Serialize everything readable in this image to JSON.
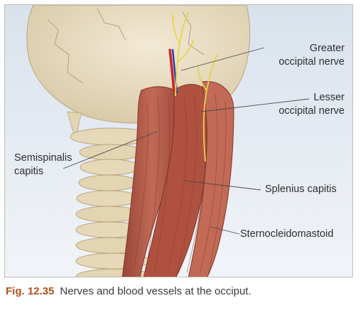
{
  "figure": {
    "number": "Fig. 12.35",
    "caption": "Nerves and blood vessels at the occiput."
  },
  "labels": {
    "greater_occipital_line1": "Greater",
    "greater_occipital_line2": "occipital nerve",
    "lesser_occipital_line1": "Lesser",
    "lesser_occipital_line2": "occipital nerve",
    "semispinalis_line1": "Semispinalis",
    "semispinalis_line2": "capitis",
    "splenius": "Splenius capitis",
    "sternocleidomastoid": "Sternocleidomastoid"
  },
  "colors": {
    "background": "#e9eef4",
    "skull": "#eadfc6",
    "bone_shadow": "#d6c7a4",
    "muscle": "#b65a48",
    "muscle_dark": "#8f3b2f",
    "muscle_light": "#d08b78",
    "nerve": "#e6d54a",
    "artery": "#c8252b",
    "vein": "#2c3fa0",
    "leader_line": "#4a4a4a",
    "figure_number": "#b3501a"
  }
}
